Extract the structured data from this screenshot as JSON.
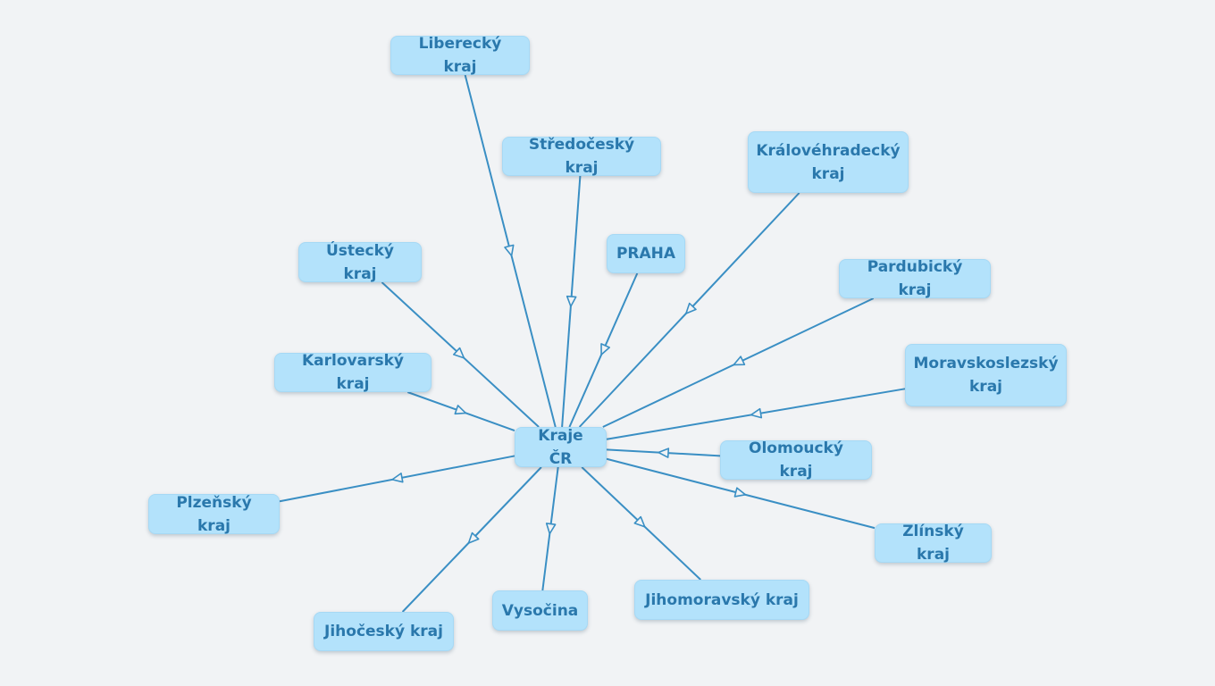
{
  "diagram": {
    "center": {
      "id": "center",
      "label": "Kraje ČR"
    },
    "nodes": [
      {
        "id": "liberecky",
        "label": "Liberecký kraj"
      },
      {
        "id": "stredocesky",
        "label": "Středočeský kraj"
      },
      {
        "id": "kralovehradecky",
        "label": "Královéhradecký kraj"
      },
      {
        "id": "praha",
        "label": "PRAHA"
      },
      {
        "id": "ustecky",
        "label": "Ústecký kraj"
      },
      {
        "id": "pardubicky",
        "label": "Pardubický kraj"
      },
      {
        "id": "karlovarsky",
        "label": "Karlovarský kraj"
      },
      {
        "id": "moravskoslezsky",
        "label": "Moravskoslezský kraj"
      },
      {
        "id": "olomoucky",
        "label": "Olomoucký kraj"
      },
      {
        "id": "plzensky",
        "label": "Plzeňský kraj"
      },
      {
        "id": "zlinsky",
        "label": "Zlínský kraj"
      },
      {
        "id": "jihomoravsky",
        "label": "Jihomoravský kraj"
      },
      {
        "id": "vysocina",
        "label": "Vysočina"
      },
      {
        "id": "jihocesky",
        "label": "Jihočeský kraj"
      }
    ],
    "edges": [
      {
        "from": "liberecky",
        "to": "center"
      },
      {
        "from": "stredocesky",
        "to": "center"
      },
      {
        "from": "kralovehradecky",
        "to": "center"
      },
      {
        "from": "praha",
        "to": "center"
      },
      {
        "from": "ustecky",
        "to": "center"
      },
      {
        "from": "pardubicky",
        "to": "center"
      },
      {
        "from": "karlovarsky",
        "to": "center"
      },
      {
        "from": "moravskoslezsky",
        "to": "center"
      },
      {
        "from": "olomoucky",
        "to": "center"
      },
      {
        "from": "center",
        "to": "plzensky"
      },
      {
        "from": "center",
        "to": "zlinsky"
      },
      {
        "from": "center",
        "to": "jihomoravsky"
      },
      {
        "from": "center",
        "to": "vysocina"
      },
      {
        "from": "center",
        "to": "jihocesky"
      }
    ]
  },
  "colors": {
    "background": "#f1f3f5",
    "node_fill": "#b3e2fb",
    "node_text": "#2a78ac",
    "edge": "#3a8fc4"
  }
}
